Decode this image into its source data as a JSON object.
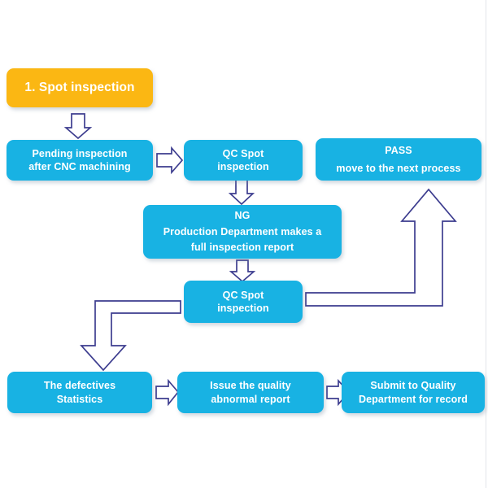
{
  "diagram": {
    "title_step": "1. Spot inspection",
    "colors": {
      "box_blue": "#18b2e3",
      "box_orange": "#fbb713",
      "arrow_outline": "#3d3d8f",
      "arrow_fill": "#ffffff",
      "background": "#ffffff"
    },
    "nodes": [
      {
        "id": "step-title",
        "kind": "orange",
        "lines": [
          "1. Spot inspection"
        ]
      },
      {
        "id": "pending-inspection",
        "kind": "blue",
        "lines": [
          "Pending inspection",
          "after CNC machining"
        ]
      },
      {
        "id": "qc-spot-1",
        "kind": "blue",
        "lines": [
          "QC Spot",
          "inspection"
        ]
      },
      {
        "id": "pass",
        "kind": "blue",
        "lines": [
          "PASS",
          "move to the next process"
        ]
      },
      {
        "id": "production-report",
        "kind": "blue",
        "lines": [
          "NG",
          "Production Department makes a",
          "full inspection report"
        ]
      },
      {
        "id": "qc-spot-2",
        "kind": "blue",
        "lines": [
          "QC Spot",
          "inspection"
        ]
      },
      {
        "id": "defectives-stats",
        "kind": "blue",
        "lines": [
          "The defectives",
          "Statistics"
        ]
      },
      {
        "id": "quality-report",
        "kind": "blue",
        "lines": [
          "Issue the quality",
          "abnormal report"
        ]
      },
      {
        "id": "submit-record",
        "kind": "blue",
        "lines": [
          "Submit to Quality",
          "Department for record"
        ]
      }
    ],
    "connectors": [
      {
        "id": "arrow-title-to-pending",
        "type": "down"
      },
      {
        "id": "arrow-pending-to-qc1",
        "type": "right"
      },
      {
        "id": "arrow-qc1-to-production",
        "type": "down"
      },
      {
        "id": "arrow-production-to-qc2",
        "type": "down"
      },
      {
        "id": "arrow-qc2-to-defectives",
        "type": "elbow-left-down"
      },
      {
        "id": "arrow-qc2-to-pass",
        "type": "elbow-right-up"
      },
      {
        "id": "arrow-defectives-to-report",
        "type": "right"
      },
      {
        "id": "arrow-report-to-submit",
        "type": "right"
      }
    ]
  }
}
